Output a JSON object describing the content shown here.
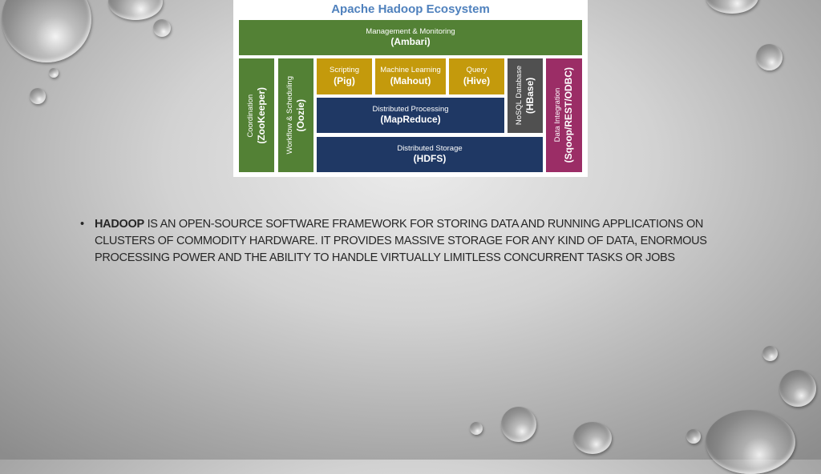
{
  "diagram": {
    "title": "Apache Hadoop Ecosystem",
    "blocks": {
      "ambari": {
        "label": "Management & Monitoring",
        "tool": "(Ambari)"
      },
      "zookeeper": {
        "label": "Coordination",
        "tool": "(ZooKeeper)"
      },
      "oozie": {
        "label": "Workflow & Scheduling",
        "tool": "(Oozie)"
      },
      "pig": {
        "label": "Scripting",
        "tool": "(Pig)"
      },
      "mahout": {
        "label": "Machine Learning",
        "tool": "(Mahout)"
      },
      "hive": {
        "label": "Query",
        "tool": "(Hive)"
      },
      "mapreduce": {
        "label": "Distributed Processing",
        "tool": "(MapReduce)"
      },
      "hdfs": {
        "label": "Distributed Storage",
        "tool": "(HDFS)"
      },
      "hbase": {
        "label": "NoSQL Database",
        "tool": "(HBase)"
      },
      "integration": {
        "label": "Data Integration",
        "tool": "(Sqoop/REST/ODBC)"
      }
    },
    "colors": {
      "title": "#4f81bd",
      "green": "#538135",
      "gold": "#c49a0c",
      "navy": "#1f3864",
      "gray": "#505050",
      "plum": "#9b2d66"
    }
  },
  "body": {
    "bullet": "•",
    "bold": "HADOOP",
    "line1": " IS AN OPEN-SOURCE SOFTWARE FRAMEWORK FOR STORING DATA AND RUNNING APPLICATIONS ON",
    "line2": "CLUSTERS OF COMMODITY HARDWARE. IT PROVIDES MASSIVE STORAGE FOR ANY KIND OF DATA, ENORMOUS",
    "line3": "PROCESSING POWER AND THE ABILITY TO HANDLE VIRTUALLY LIMITLESS CONCURRENT TASKS OR JOBS"
  }
}
